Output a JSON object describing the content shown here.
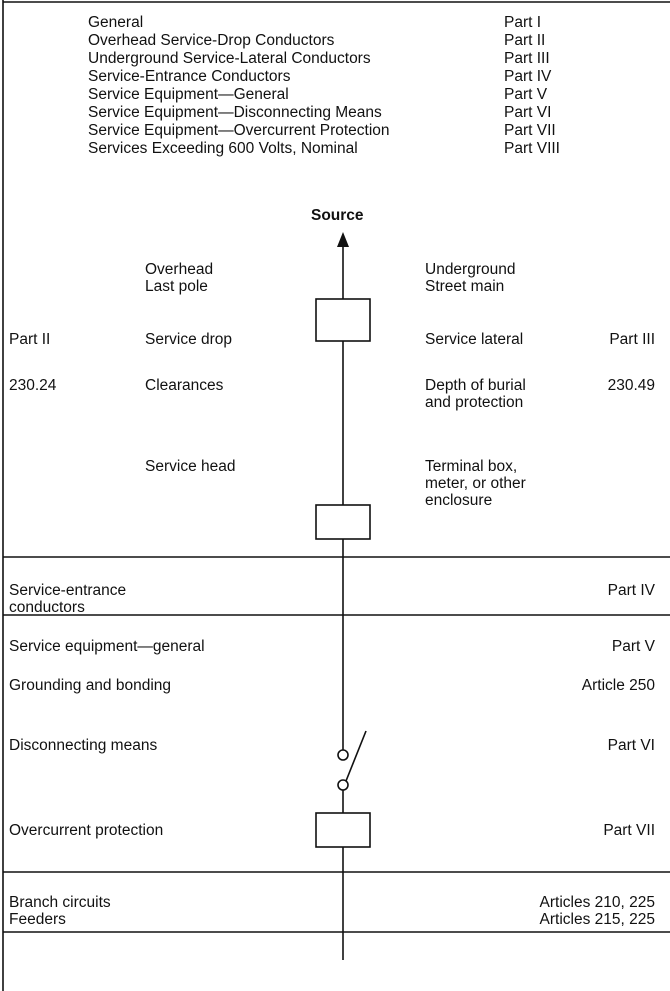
{
  "toc": [
    {
      "label": "General",
      "part": "Part I"
    },
    {
      "label": "Overhead Service-Drop Conductors",
      "part": "Part II"
    },
    {
      "label": "Underground Service-Lateral Conductors",
      "part": "Part III"
    },
    {
      "label": "Service-Entrance Conductors",
      "part": "Part IV"
    },
    {
      "label": "Service Equipment—General",
      "part": "Part V"
    },
    {
      "label": "Service Equipment—Disconnecting Means",
      "part": "Part VI"
    },
    {
      "label": "Service Equipment—Overcurrent Protection",
      "part": "Part VII"
    },
    {
      "label": "Services Exceeding 600 Volts, Nominal",
      "part": "Part VIII"
    }
  ],
  "diagram": {
    "source": "Source",
    "overhead": "Overhead\nLast pole",
    "underground": "Underground\nStreet main",
    "part_ii": "Part II",
    "service_drop": "Service drop",
    "service_lateral": "Service lateral",
    "part_iii": "Part III",
    "sec_230_24": "230.24",
    "clearances": "Clearances",
    "depth_of_burial": "Depth of burial\nand protection",
    "sec_230_49": "230.49",
    "service_head": "Service head",
    "terminal_box": "Terminal box,\nmeter, or other\nenclosure"
  },
  "sections": {
    "service_entrance": "Service-entrance\nconductors",
    "service_entrance_part": "Part IV",
    "equipment_general": "Service equipment—general",
    "equipment_general_part": "Part V",
    "grounding": "Grounding and bonding",
    "grounding_ref": "Article 250",
    "disconnecting": "Disconnecting means",
    "disconnecting_part": "Part VI",
    "overcurrent": "Overcurrent protection",
    "overcurrent_part": "Part VII",
    "branch_circuits": "Branch circuits",
    "branch_circuits_ref": "Articles 210, 225",
    "feeders": "Feeders",
    "feeders_ref": "Articles 215, 225"
  }
}
